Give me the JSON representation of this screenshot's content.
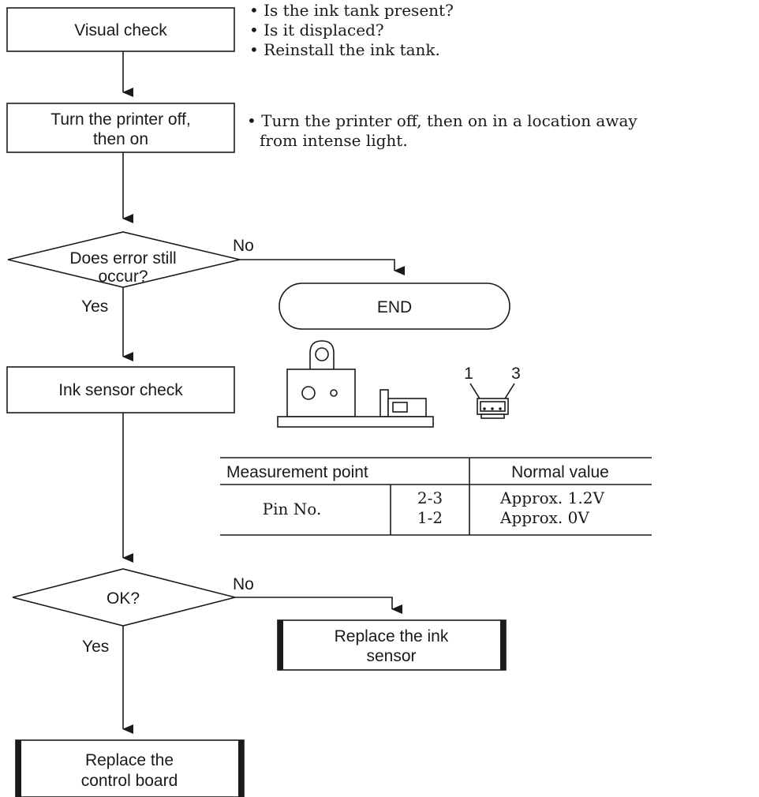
{
  "flow": {
    "visual_check": "Visual check",
    "visual_notes": [
      "• Is the ink tank present?",
      "• Is it displaced?",
      "• Reinstall the ink tank."
    ],
    "power_cycle_line1": "Turn the printer off,",
    "power_cycle_line2": "then on",
    "power_note_line1": "• Turn the printer off, then on in a location away",
    "power_note_line2": "from intense light.",
    "decision1_line1": "Does error still",
    "decision1_line2": "occur?",
    "no_label": "No",
    "yes_label": "Yes",
    "end_label": "END",
    "ink_sensor_check": "Ink sensor check",
    "pin_label_1": "1",
    "pin_label_3": "3",
    "decision2": "OK?",
    "replace_sensor_line1": "Replace the ink",
    "replace_sensor_line2": "sensor",
    "replace_board_line1": "Replace the",
    "replace_board_line2": "control board"
  },
  "table": {
    "header_point": "Measurement point",
    "header_value": "Normal value",
    "row_label": "Pin No.",
    "pin_pairs": [
      "2-3",
      "1-2"
    ],
    "values": [
      "Approx. 1.2V",
      "Approx. 0V"
    ]
  }
}
